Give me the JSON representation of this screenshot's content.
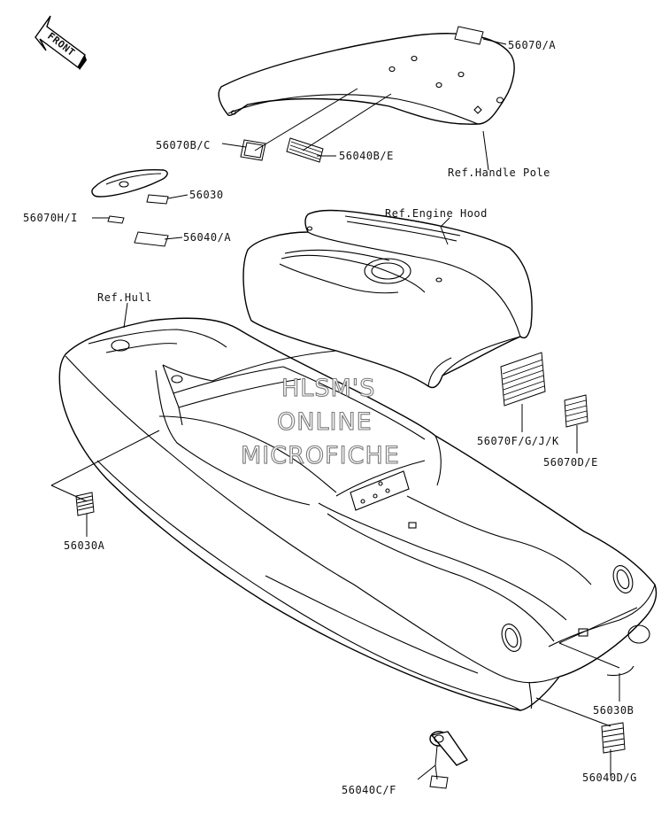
{
  "diagram": {
    "front_arrow_label": "FRONT",
    "watermark": [
      "HLSM'S",
      "ONLINE",
      "MICROFICHE"
    ],
    "labels": {
      "p56070A": "56070/A",
      "p56070BC": "56070B/C",
      "p56040BE": "56040B/E",
      "ref_handle_pole": "Ref.Handle Pole",
      "p56030": "56030",
      "p56070HI": "56070H/I",
      "p56040A": "56040/A",
      "ref_engine_hood": "Ref.Engine Hood",
      "ref_hull": "Ref.Hull",
      "p56070FGJK": "56070F/G/J/K",
      "p56070DE": "56070D/E",
      "p56030A": "56030A",
      "p56030B": "56030B",
      "p56040DG": "56040D/G",
      "p56040CF": "56040C/F"
    }
  }
}
